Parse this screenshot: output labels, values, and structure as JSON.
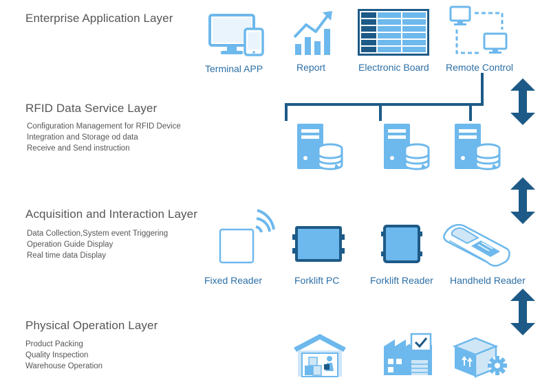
{
  "layers": [
    {
      "title": "Enterprise Application Layer",
      "description": []
    },
    {
      "title": "RFID Data Service Layer",
      "description": [
        "Configuration Management for RFID Device",
        "Integration and Storage od data",
        "Receive and Send instruction"
      ]
    },
    {
      "title": "Acquisition and Interaction Layer",
      "description": [
        "Data Collection,System event Triggering",
        "Operation Guide Display",
        "Real time data Display"
      ]
    },
    {
      "title": "Physical Operation Layer",
      "description": [
        "Product Packing",
        "Quality Inspection",
        "Warehouse Operation"
      ]
    }
  ],
  "apps": [
    {
      "label": "Terminal APP",
      "icon": "terminal-app-icon"
    },
    {
      "label": "Report",
      "icon": "report-chart-icon"
    },
    {
      "label": "Electronic Board",
      "icon": "electronic-board-icon"
    },
    {
      "label": "Remote Control",
      "icon": "remote-control-icon"
    }
  ],
  "devices": [
    {
      "label": "Fixed Reader",
      "icon": "fixed-reader-icon"
    },
    {
      "label": "Forklift PC",
      "icon": "forklift-pc-icon"
    },
    {
      "label": "Forklift Reader",
      "icon": "forklift-reader-icon"
    },
    {
      "label": "Handheld Reader",
      "icon": "handheld-reader-icon"
    }
  ],
  "colors": {
    "icon_light": "#6db8ec",
    "icon_fill": "#cfe6f7",
    "dark_blue": "#1d5a87",
    "label_blue": "#2c6fa6",
    "text_gray": "#555555"
  }
}
